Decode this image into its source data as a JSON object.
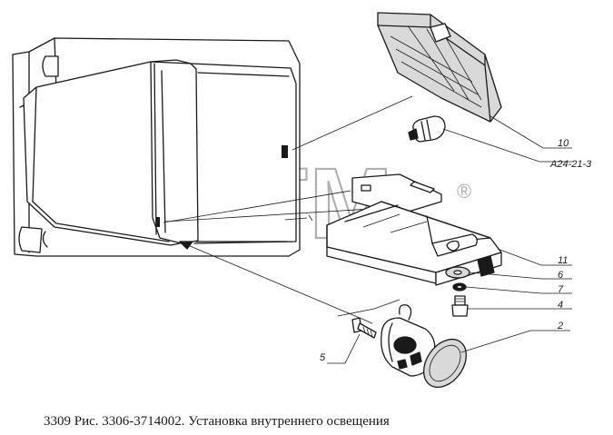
{
  "caption": "3309 Рис. 3306-3714002. Установка внутреннего освещения",
  "watermark": {
    "text": "BTM",
    "mark": "®"
  },
  "callouts": {
    "c10": "10",
    "cA24": "А24-21-3",
    "c11": "11",
    "c6": "6",
    "c7": "7",
    "c4": "4",
    "c5": "5",
    "c2": "2"
  }
}
